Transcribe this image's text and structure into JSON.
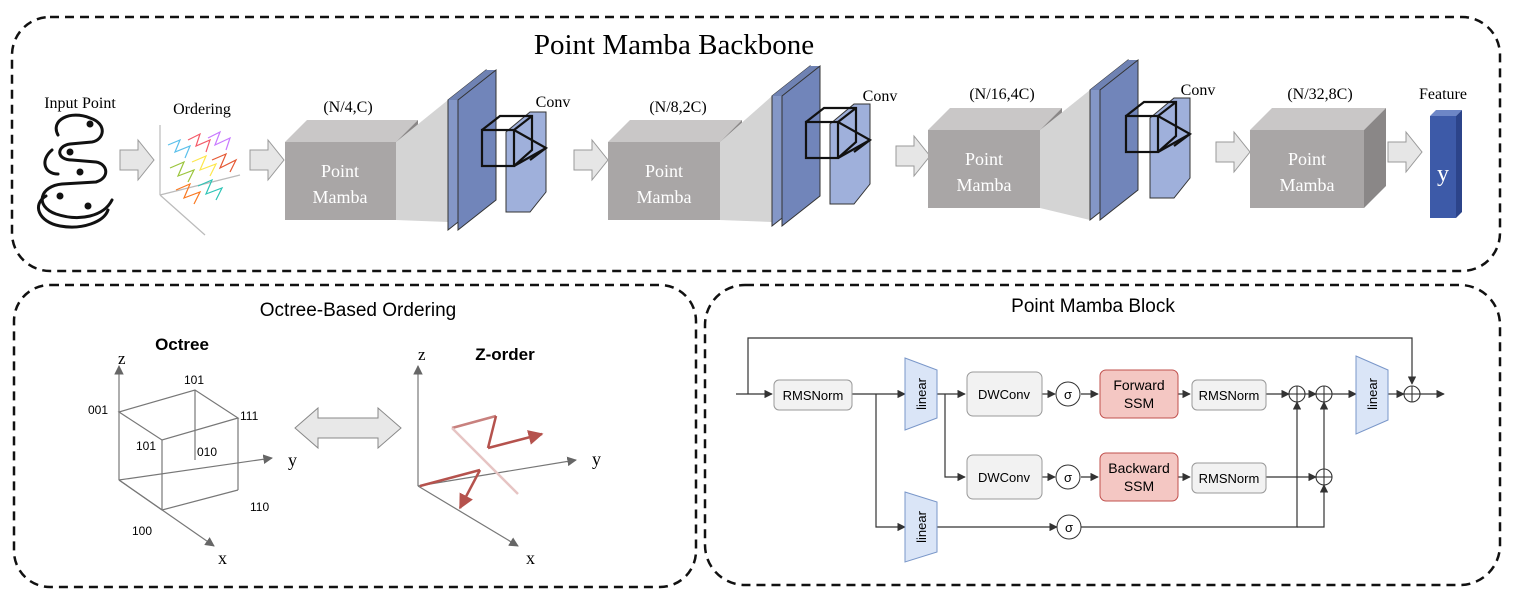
{
  "backbone": {
    "title": "Point Mamba Backbone",
    "input_label": "Input  Point",
    "ordering_label": "Ordering",
    "stages": [
      {
        "dims": "(N/4,C)",
        "line1": "Point",
        "line2": "Mamba"
      },
      {
        "dims": "(N/8,2C)",
        "line1": "Point",
        "line2": "Mamba"
      },
      {
        "dims": "(N/16,4C)",
        "line1": "Point",
        "line2": "Mamba"
      },
      {
        "dims": "(N/32,8C)",
        "line1": "Point",
        "line2": "Mamba"
      }
    ],
    "conv_label": "Conv",
    "feature_label": "Feature",
    "feature_symbol": "y"
  },
  "octree_panel": {
    "title": "Octree-Based Ordering",
    "octree_title": "Octree",
    "zorder_title": "Z-order",
    "axes": {
      "x": "x",
      "y": "y",
      "z": "z"
    },
    "codes": {
      "top": "101",
      "left_top": "001",
      "right_top": "111",
      "front": "101",
      "middle": "010",
      "right_bottom": "110",
      "bottom": "100"
    }
  },
  "mamba_block": {
    "title": "Point Mamba Block",
    "rmsnorm_in": "RMSNorm",
    "linear": "linear",
    "dwconv": "DWConv",
    "sigma": "σ",
    "forward_line1": "Forward",
    "forward_line2": "SSM",
    "backward_line1": "Backward",
    "backward_line2": "SSM",
    "rmsnorm": "RMSNorm"
  },
  "colors": {
    "box_gray": "#a9a6a6",
    "conv_blue": "#8497c7",
    "feature_blue": "#3d5aa8",
    "ssm_fill": "#f4c7c3",
    "ssm_stroke": "#c0504d",
    "linear_fill": "#dae5f7",
    "zorder_red": "#b5524d"
  }
}
